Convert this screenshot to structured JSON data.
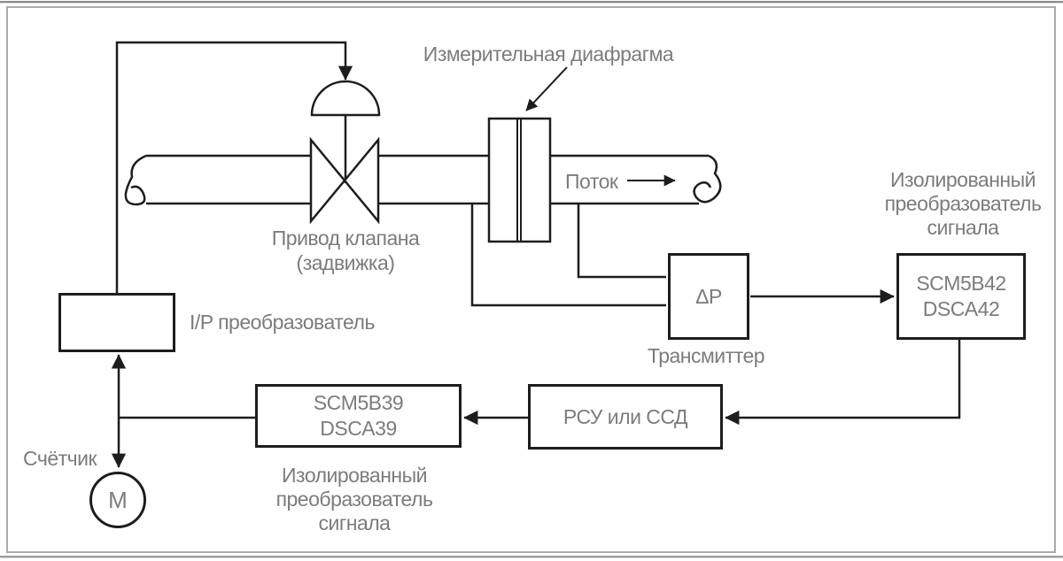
{
  "diagram": {
    "labels": {
      "orifice": "Измерительная диафрагма",
      "valve_actuator": "Привод клапана\n(задвижка)",
      "flow": "Поток",
      "ip_converter": "I/P преобразователь",
      "counter": "Счётчик",
      "motor": "М",
      "dp": "ΔP",
      "transmitter": "Трансмиттер",
      "isolated_converter_right": "Изолированный\nпреобразователь\nсигнала",
      "isolated_converter_bottom": "Изолированный\nпреобразователь сигнала"
    },
    "boxes": {
      "scm5b42": "SCM5B42\nDSCA42",
      "dcs": "РСУ или ССД",
      "scm5b39": "SCM5B39\nDSCA39"
    },
    "colors": {
      "line": "#1d1d1d",
      "text": "#7c7c7c",
      "frame_border": "#ababab",
      "top_rule": "#8c8c8c",
      "bottom_rule": "#9c9c9c"
    }
  }
}
